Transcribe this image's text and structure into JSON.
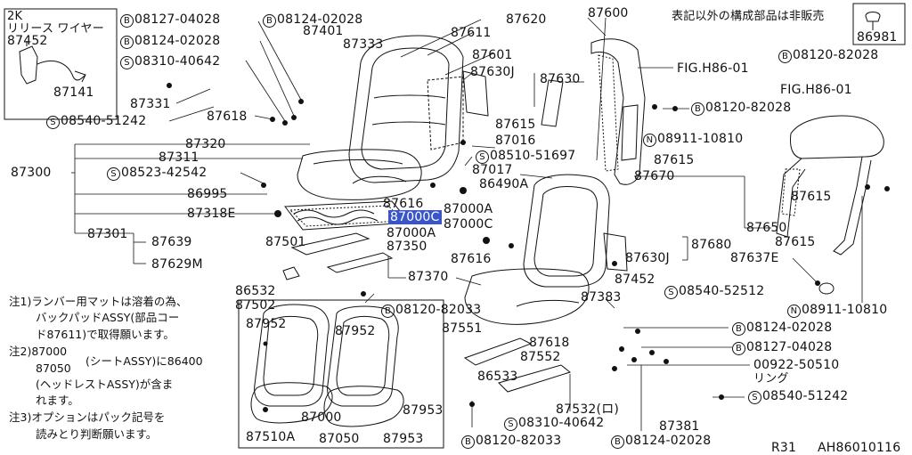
{
  "header_note": "表記以外の構成部品は非販売",
  "part_86981": "86981",
  "inset_topleft": {
    "line1": "2K",
    "line2": "リリース ワイヤー",
    "part_a": "87452",
    "part_b": "87141"
  },
  "labels": {
    "l08127_04028_top": "08127-04028",
    "l08124_02028_top": "08124-02028",
    "l08124_02028_b": "08124-02028",
    "l08310_40642_top": "08310-40642",
    "l87401": "87401",
    "l87333": "87333",
    "l87331": "87331",
    "l08540_51242_top": "08540-51242",
    "l87618_top": "87618",
    "l87620": "87620",
    "l87600": "87600",
    "l87611": "87611",
    "l87601": "87601",
    "l87630J_top": "87630J",
    "l87630_top": "87630",
    "l_fig_h86_01_a": "FIG.H86-01",
    "l08120_82028_a": "08120-82028",
    "l08120_82028_b": "08120-82028",
    "l_fig_h86_01_b": "FIG.H86-01",
    "l87615_a": "87615",
    "l87016": "87016",
    "l08911_10810_a": "08911-10810",
    "l08510_51697": "08510-51697",
    "l87615_b": "87615",
    "l87320": "87320",
    "l87311": "87311",
    "l87300": "87300",
    "l08523_42542": "08523-42542",
    "l87017": "87017",
    "l86490A": "86490A",
    "l87670": "87670",
    "l86995": "86995",
    "l87616_a": "87616",
    "l87000C_hl": "87000C",
    "l87000A_a": "87000A",
    "l87000C_b": "87000C",
    "l87615_c": "87615",
    "l87318E": "87318E",
    "l87000A_b": "87000A",
    "l87650": "87650",
    "l87301": "87301",
    "l87639": "87639",
    "l87501": "87501",
    "l87350": "87350",
    "l87616_b": "87616",
    "l87680": "87680",
    "l87615_d": "87615",
    "l87629M": "87629M",
    "l87630J_b": "87630J",
    "l87637E": "87637E",
    "l86532": "86532",
    "l87370": "87370",
    "l87452": "87452",
    "l08540_52512": "08540-52512",
    "l87502": "87502",
    "l08120_82033_a": "08120-82033",
    "l87383": "87383",
    "l08911_10810_b": "08911-10810",
    "l87952_a": "87952",
    "l87952_b": "87952",
    "l87551": "87551",
    "l08124_02028_c": "08124-02028",
    "l87618_b": "87618",
    "l08127_04028_b": "08127-04028",
    "l87552": "87552",
    "l00922_50510": "00922-50510",
    "l_ring": "リング",
    "l86533": "86533",
    "l08540_51242_b": "08540-51242",
    "l87953_a": "87953",
    "l87000_box": "87000",
    "l87532": "87532(ロ)",
    "l08310_40642_b": "08310-40642",
    "l87381": "87381",
    "l87510A": "87510A",
    "l87050": "87050",
    "l87953_b": "87953",
    "l08120_82033_b": "08120-82033",
    "l08124_02028_d": "08124-02028"
  },
  "notes": [
    "注1)ランバー用マットは溶着の為、",
    "バックパッドASSY(部品コー",
    "ド87611)で取得願います。",
    "注2)87000",
    "(シートASSY)に86400",
    "87050",
    "(ヘッドレストASSY)が含ま",
    "れます。",
    "注3)オプションはパック記号を",
    "読みとり判断願います。"
  ],
  "footer": {
    "code_a": "R31",
    "code_b": "AH86010116"
  },
  "circle_glyphs": {
    "B": "B",
    "S": "S",
    "N": "N"
  }
}
